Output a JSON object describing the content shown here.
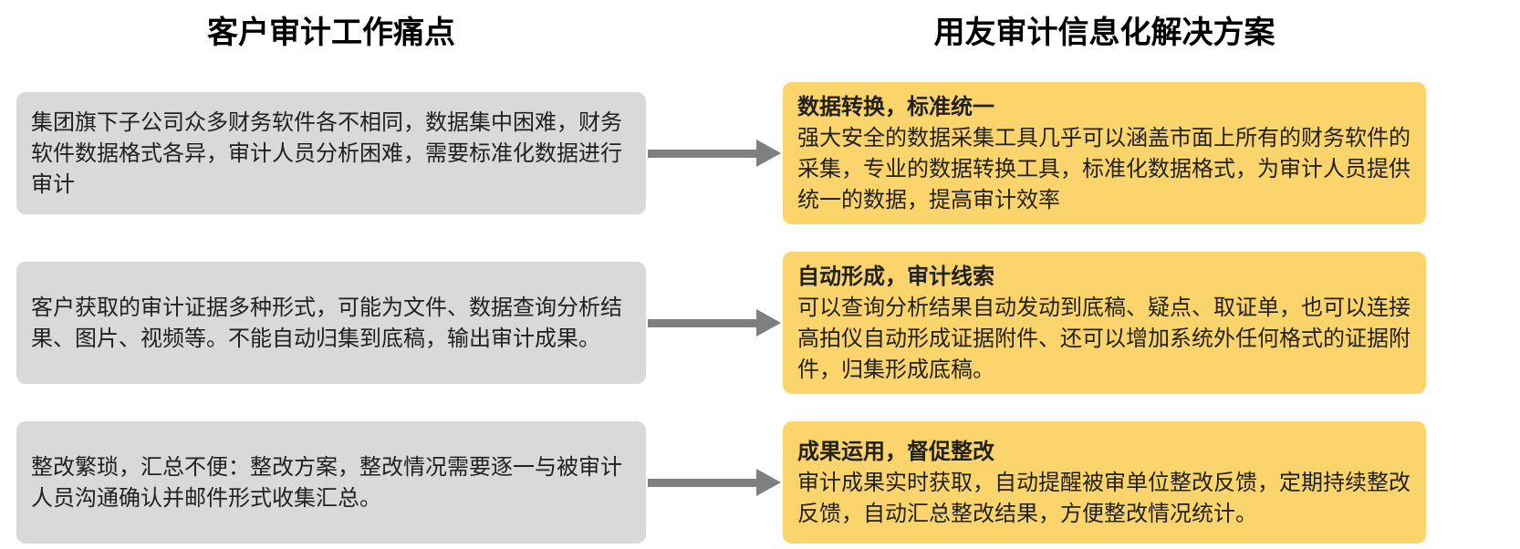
{
  "headers": {
    "left": "客户审计工作痛点",
    "right": "用友审计信息化解决方案"
  },
  "rows": [
    {
      "pain": "集团旗下子公司众多财务软件各不相同，数据集中困难，财务软件数据格式各异，审计人员分析困难，需要标准化数据进行审计",
      "solution_title": "数据转换，标准统一",
      "solution_body": "强大安全的数据采集工具几乎可以涵盖市面上所有的财务软件的采集，专业的数据转换工具，标准化数据格式，为审计人员提供统一的数据，提高审计效率"
    },
    {
      "pain": "客户获取的审计证据多种形式，可能为文件、数据查询分析结果、图片、视频等。不能自动归集到底稿，输出审计成果。",
      "solution_title": "自动形成，审计线索",
      "solution_body": "可以查询分析结果自动发动到底稿、疑点、取证单，也可以连接高拍仪自动形成证据附件、还可以增加系统外任何格式的证据附件，归集形成底稿。"
    },
    {
      "pain": "整改繁琐，汇总不便：整改方案，整改情况需要逐一与被审计人员沟通确认并邮件形式收集汇总。",
      "solution_title": "成果运用，督促整改",
      "solution_body": "审计成果实时获取，自动提醒被审单位整改反馈，定期持续整改反馈，自动汇总整改结果，方便整改情况统计。"
    }
  ],
  "colors": {
    "pain_bg": "#d9d9d9",
    "solution_bg": "#fbd46b",
    "arrow": "#7f7f7f",
    "text": "#212121",
    "title": "#000000"
  }
}
